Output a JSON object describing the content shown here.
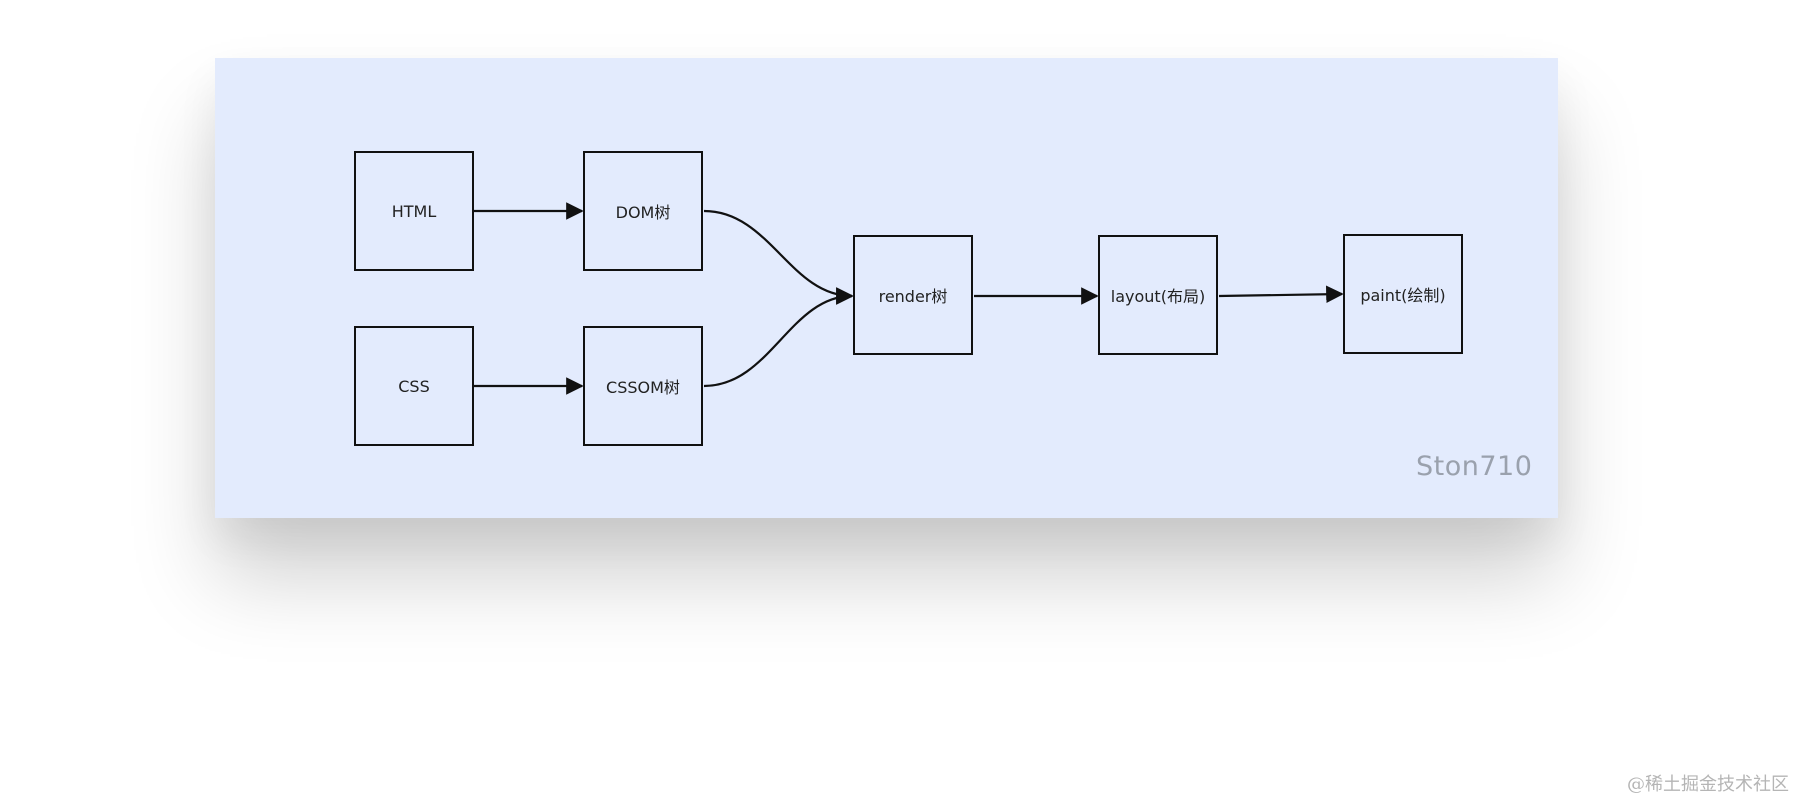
{
  "diagram": {
    "nodes": {
      "html": "HTML",
      "css": "CSS",
      "dom": "DOM树",
      "cssom": "CSSOM树",
      "render": "render树",
      "layout": "layout(布局)",
      "paint": "paint(绘制)"
    },
    "author": "Ston710"
  },
  "footer": {
    "watermark": "@稀土掘金技术社区"
  },
  "colors": {
    "panel_background": "#e3ebfd",
    "stroke": "#111111",
    "author_text": "#9aa1ad"
  }
}
